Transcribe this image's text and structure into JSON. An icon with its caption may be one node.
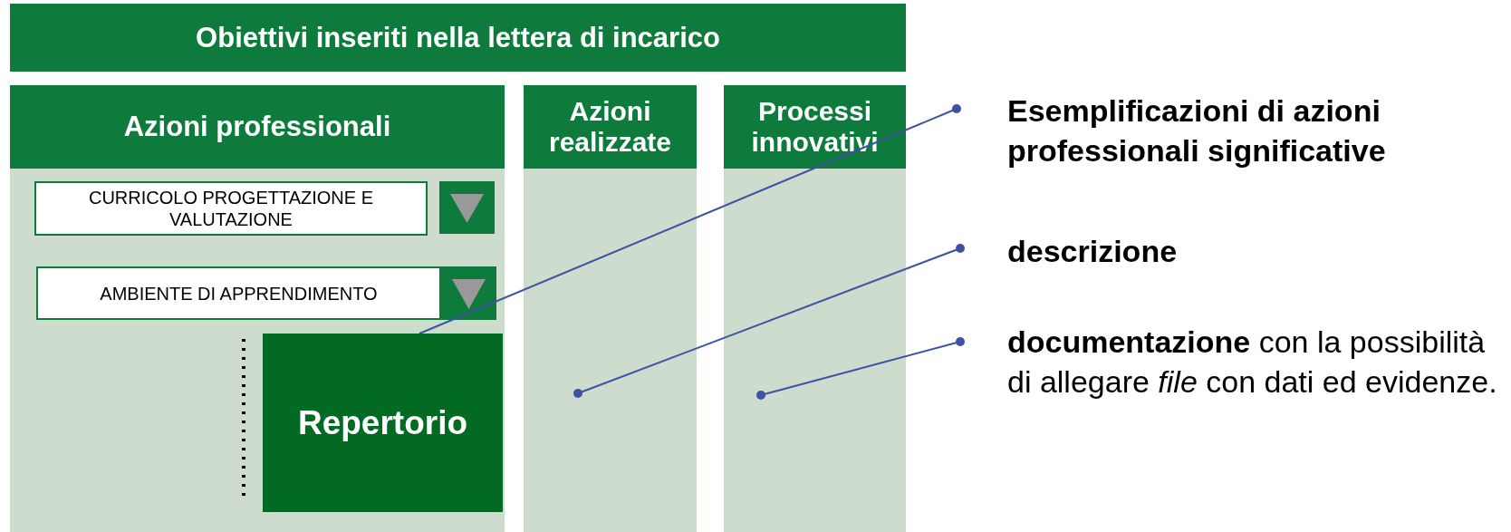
{
  "diagram": {
    "nodes": [
      {
        "text": [
          "Obiettivi inseriti nella lettera di incarico"
        ]
      },
      {
        "text": [
          "Azioni professionali"
        ]
      },
      {
        "text": [
          "CURRICOLO PROGETTAZIONE E VALUTAZIONE"
        ],
        "in": 1
      },
      {
        "text": [
          "AMBIENTE DI APPRENDIMENTO"
        ],
        "in": 1
      },
      {
        "text": [
          "Repertorio"
        ],
        "in": 1
      },
      {
        "text": [
          "Azioni realizzate"
        ]
      },
      {
        "text": [
          "Processi innovativi"
        ]
      },
      {
        "text": [
          "Esemplificazioni di azioni professionali significative"
        ]
      },
      {
        "text": [
          "descrizione"
        ]
      },
      {
        "text": [
          "**documentazione** con la possibilità di allegare *file* con dati ed evidenze."
        ]
      }
    ],
    "edges": [
      {
        "from": 7,
        "to": 4,
        "arrow": "other"
      },
      {
        "from": 8,
        "to": 5,
        "arrow": "other"
      },
      {
        "from": 9,
        "to": 6,
        "arrow": "other"
      }
    ]
  }
}
